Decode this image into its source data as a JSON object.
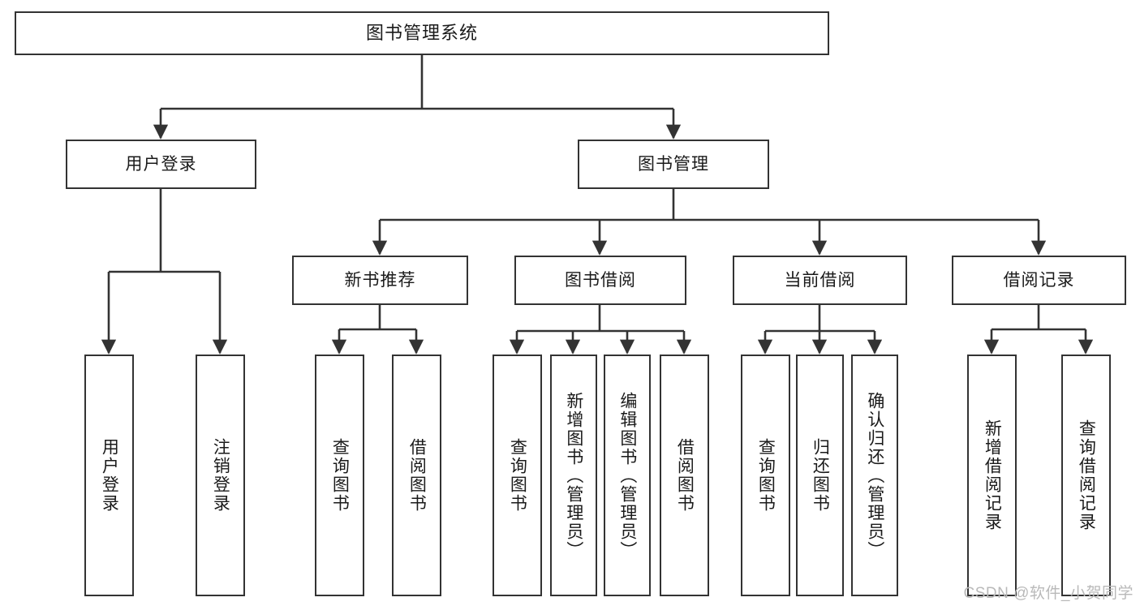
{
  "diagram": {
    "type": "tree",
    "title": "图书管理系统",
    "watermark": "CSDN @软件_小贺同学",
    "colors": {
      "border": "#333333",
      "background": "#ffffff",
      "text": "#1a1a1a",
      "watermark": "#b9b9b9"
    },
    "root": {
      "label": "图书管理系统"
    },
    "level2": [
      {
        "label": "用户登录"
      },
      {
        "label": "图书管理"
      }
    ],
    "level3": [
      {
        "label": "新书推荐"
      },
      {
        "label": "图书借阅"
      },
      {
        "label": "当前借阅"
      },
      {
        "label": "借阅记录"
      }
    ],
    "leaves": {
      "user_login": [
        {
          "label": "用户登录"
        },
        {
          "label": "注销登录"
        }
      ],
      "new_books": [
        {
          "label": "查询图书"
        },
        {
          "label": "借阅图书"
        }
      ],
      "book_borrow": [
        {
          "label": "查询图书"
        },
        {
          "label": "新增图书（管理员）"
        },
        {
          "label": "编辑图书（管理员）"
        },
        {
          "label": "借阅图书"
        }
      ],
      "current_borrow": [
        {
          "label": "查询图书"
        },
        {
          "label": "归还图书"
        },
        {
          "label": "确认归还（管理员）"
        }
      ],
      "borrow_records": [
        {
          "label": "新增借阅记录"
        },
        {
          "label": "查询借阅记录"
        }
      ]
    }
  }
}
